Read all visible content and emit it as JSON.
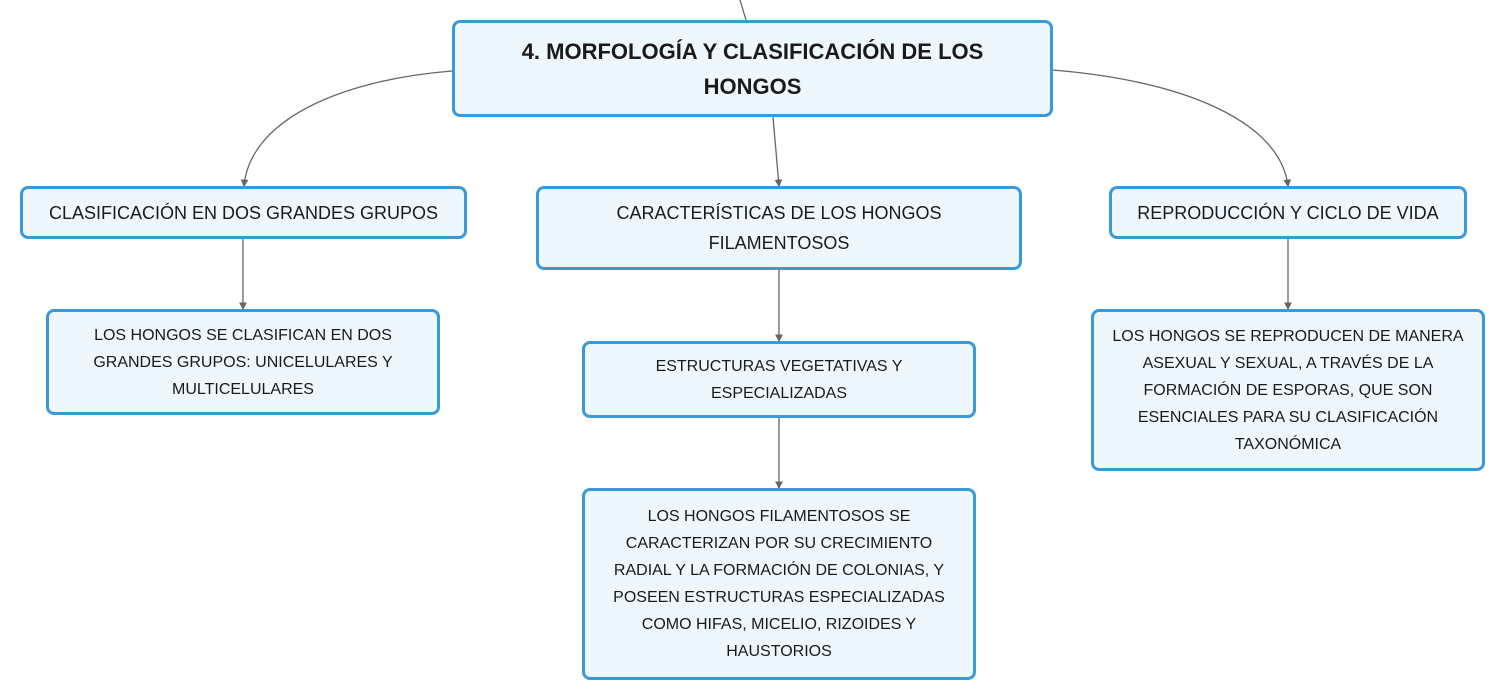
{
  "map": {
    "root": {
      "label": "4. MORFOLOGÍA Y CLASIFICACIÓN DE LOS HONGOS"
    },
    "branches": [
      {
        "label": "CLASIFICACIÓN EN DOS GRANDES GRUPOS",
        "children": [
          {
            "label": "LOS HONGOS SE CLASIFICAN EN DOS GRANDES GRUPOS: UNICELULARES Y MULTICELULARES"
          }
        ]
      },
      {
        "label": "CARACTERÍSTICAS DE LOS HONGOS FILAMENTOSOS",
        "children": [
          {
            "label": "ESTRUCTURAS VEGETATIVAS Y ESPECIALIZADAS"
          },
          {
            "label": "LOS HONGOS FILAMENTOSOS SE CARACTERIZAN POR SU CRECIMIENTO RADIAL Y LA FORMACIÓN DE COLONIAS, Y POSEEN ESTRUCTURAS ESPECIALIZADAS COMO HIFAS, MICELIO, RIZOIDES Y HAUSTORIOS"
          }
        ]
      },
      {
        "label": "REPRODUCCIÓN Y CICLO DE VIDA",
        "children": [
          {
            "label": "LOS HONGOS SE REPRODUCEN DE MANERA ASEXUAL Y SEXUAL, A TRAVÉS DE LA FORMACIÓN DE ESPORAS, QUE SON ESENCIALES PARA SU CLASIFICACIÓN TAXONÓMICA"
          }
        ]
      }
    ]
  },
  "colors": {
    "node_border": "#3a9ad9",
    "node_fill": "#eef7fd",
    "connector": "#666666",
    "text": "#1a1a1a"
  }
}
